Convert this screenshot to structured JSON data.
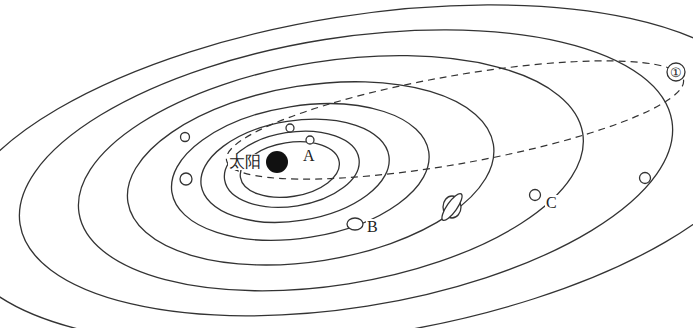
{
  "diagram": {
    "labels": [
      "太阳",
      "A",
      "B",
      "C",
      "①"
    ]
  }
}
